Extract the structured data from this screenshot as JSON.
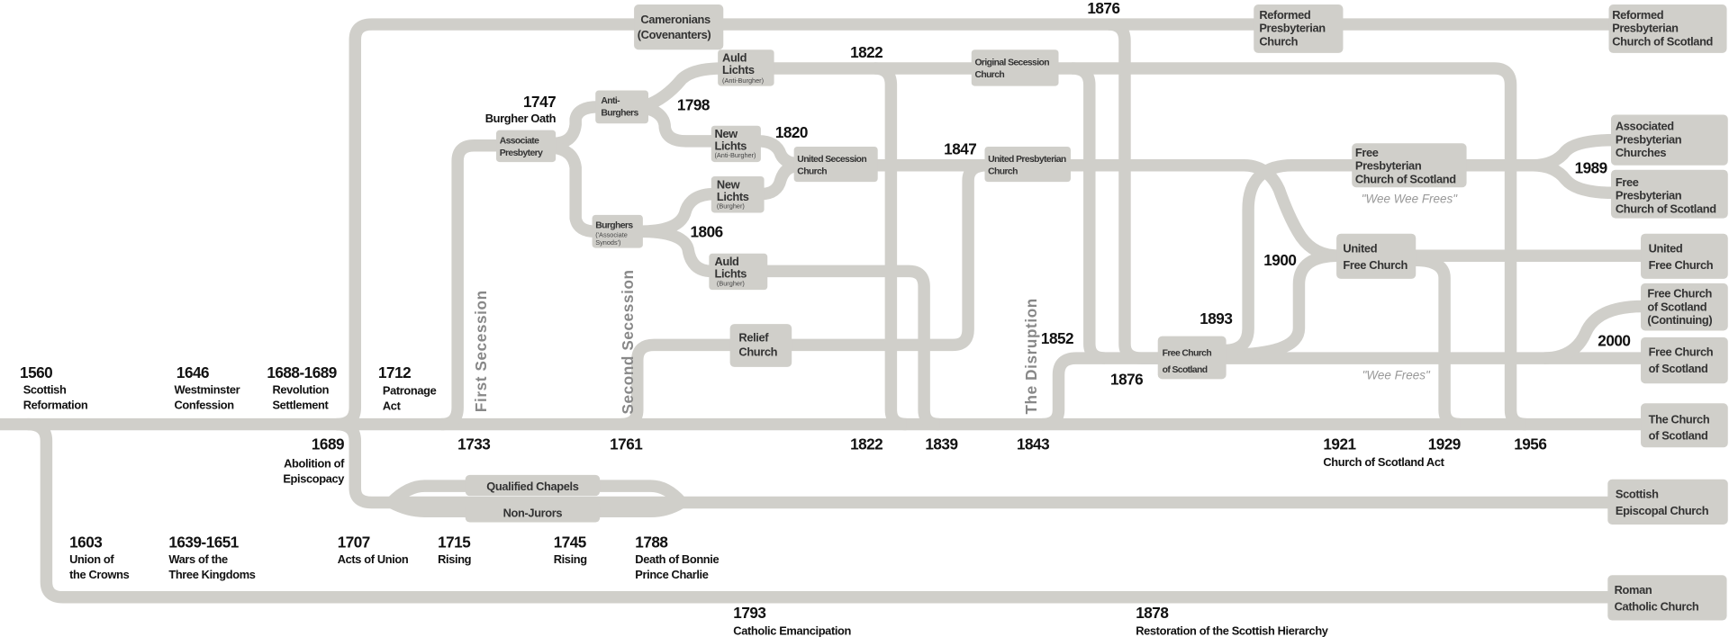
{
  "colors": {
    "line": "#d0cfca",
    "text": "#111111",
    "muted": "#888888"
  },
  "churches": {
    "cameronians": [
      "Cameronians",
      "(Covenanters)"
    ],
    "reformed_presbyterian": [
      "Reformed",
      "Presbyterian",
      "Church"
    ],
    "rpcs": [
      "Reformed",
      "Presbyterian",
      "Church of Scotland"
    ],
    "associate_presbytery": [
      "Associate",
      "Presbytery"
    ],
    "anti_burghers": [
      "Anti-",
      "Burghers"
    ],
    "burghers": [
      "Burghers"
    ],
    "burghers_sub": [
      "('Associate",
      "Synods')"
    ],
    "auld_lichts_ab": [
      "Auld",
      "Lichts"
    ],
    "auld_lichts_ab_sub": "(Anti-Burgher)",
    "new_lichts_ab": [
      "New",
      "Lichts"
    ],
    "new_lichts_ab_sub": "(Anti-Burgher)",
    "new_lichts_b": [
      "New",
      "Lichts"
    ],
    "new_lichts_b_sub": "(Burgher)",
    "auld_lichts_b": [
      "Auld",
      "Lichts"
    ],
    "auld_lichts_b_sub": "(Burgher)",
    "original_secession": [
      "Original Secession",
      "Church"
    ],
    "united_secession": [
      "United Secession",
      "Church"
    ],
    "united_presbyterian": [
      "United Presbyterian",
      "Church"
    ],
    "relief": [
      "Relief",
      "Church"
    ],
    "free_presbyterian": [
      "Free",
      "Presbyterian",
      "Church of Scotland"
    ],
    "associated_presbyterian": [
      "Associated",
      "Presbyterian",
      "Churches"
    ],
    "free_presbyterian_right": [
      "Free",
      "Presbyterian",
      "Church of Scotland"
    ],
    "united_free": [
      "United",
      "Free Church"
    ],
    "united_free_right": [
      "United",
      "Free Church"
    ],
    "free_church": [
      "Free Church",
      "of Scotland"
    ],
    "free_church_continuing": [
      "Free Church",
      "of Scotland",
      "(Continuing)"
    ],
    "free_church_right": [
      "Free Church",
      "of Scotland"
    ],
    "church_of_scotland": [
      "The Church",
      "of Scotland"
    ],
    "qualified_chapels": "Qualified Chapels",
    "non_jurors": "Non-Jurors",
    "episcopal": [
      "Scottish",
      "Episcopal Church"
    ],
    "roman_catholic": [
      "Roman",
      "Catholic Church"
    ]
  },
  "events": [
    {
      "year": "1560",
      "lines": [
        "Scottish",
        "Reformation"
      ]
    },
    {
      "year": "1646",
      "lines": [
        "Westminster",
        "Confession"
      ]
    },
    {
      "year": "1688-1689",
      "lines": [
        "Revolution",
        "Settlement"
      ]
    },
    {
      "year": "1712",
      "lines": [
        "Patronage",
        "Act"
      ]
    },
    {
      "year": "1689",
      "lines": [
        "Abolition of",
        "Episcopacy"
      ]
    },
    {
      "year": "1603",
      "lines": [
        "Union of",
        "the Crowns"
      ]
    },
    {
      "year": "1639-1651",
      "lines": [
        "Wars of the",
        "Three Kingdoms"
      ]
    },
    {
      "year": "1707",
      "lines": [
        "Acts of Union"
      ]
    },
    {
      "year": "1715",
      "lines": [
        "Rising"
      ]
    },
    {
      "year": "1745",
      "lines": [
        "Rising"
      ]
    },
    {
      "year": "1788",
      "lines": [
        "Death of Bonnie",
        "Prince Charlie"
      ]
    },
    {
      "year": "1793",
      "lines": [
        "Catholic Emancipation"
      ]
    },
    {
      "year": "1878",
      "lines": [
        "Restoration of the Scottish Hierarchy"
      ]
    },
    {
      "year": "1921",
      "lines": [
        "Church of Scotland Act"
      ]
    },
    {
      "year": "1747",
      "lines": [
        "Burgher Oath"
      ]
    }
  ],
  "years": {
    "y1733": "1733",
    "y1761": "1761",
    "y1822b": "1822",
    "y1839": "1839",
    "y1843": "1843",
    "y1929": "1929",
    "y1956": "1956",
    "y1876t": "1876",
    "y1822t": "1822",
    "y1798": "1798",
    "y1820": "1820",
    "y1806": "1806",
    "y1847": "1847",
    "y1852": "1852",
    "y1876b": "1876",
    "y1893": "1893",
    "y1900": "1900",
    "y1989": "1989",
    "y2000": "2000"
  },
  "annotations": {
    "first_secession": "First Secession",
    "second_secession": "Second Secession",
    "disruption": "The Disruption",
    "wee_wee_frees": "\"Wee Wee Frees\"",
    "wee_frees": "\"Wee Frees\""
  }
}
